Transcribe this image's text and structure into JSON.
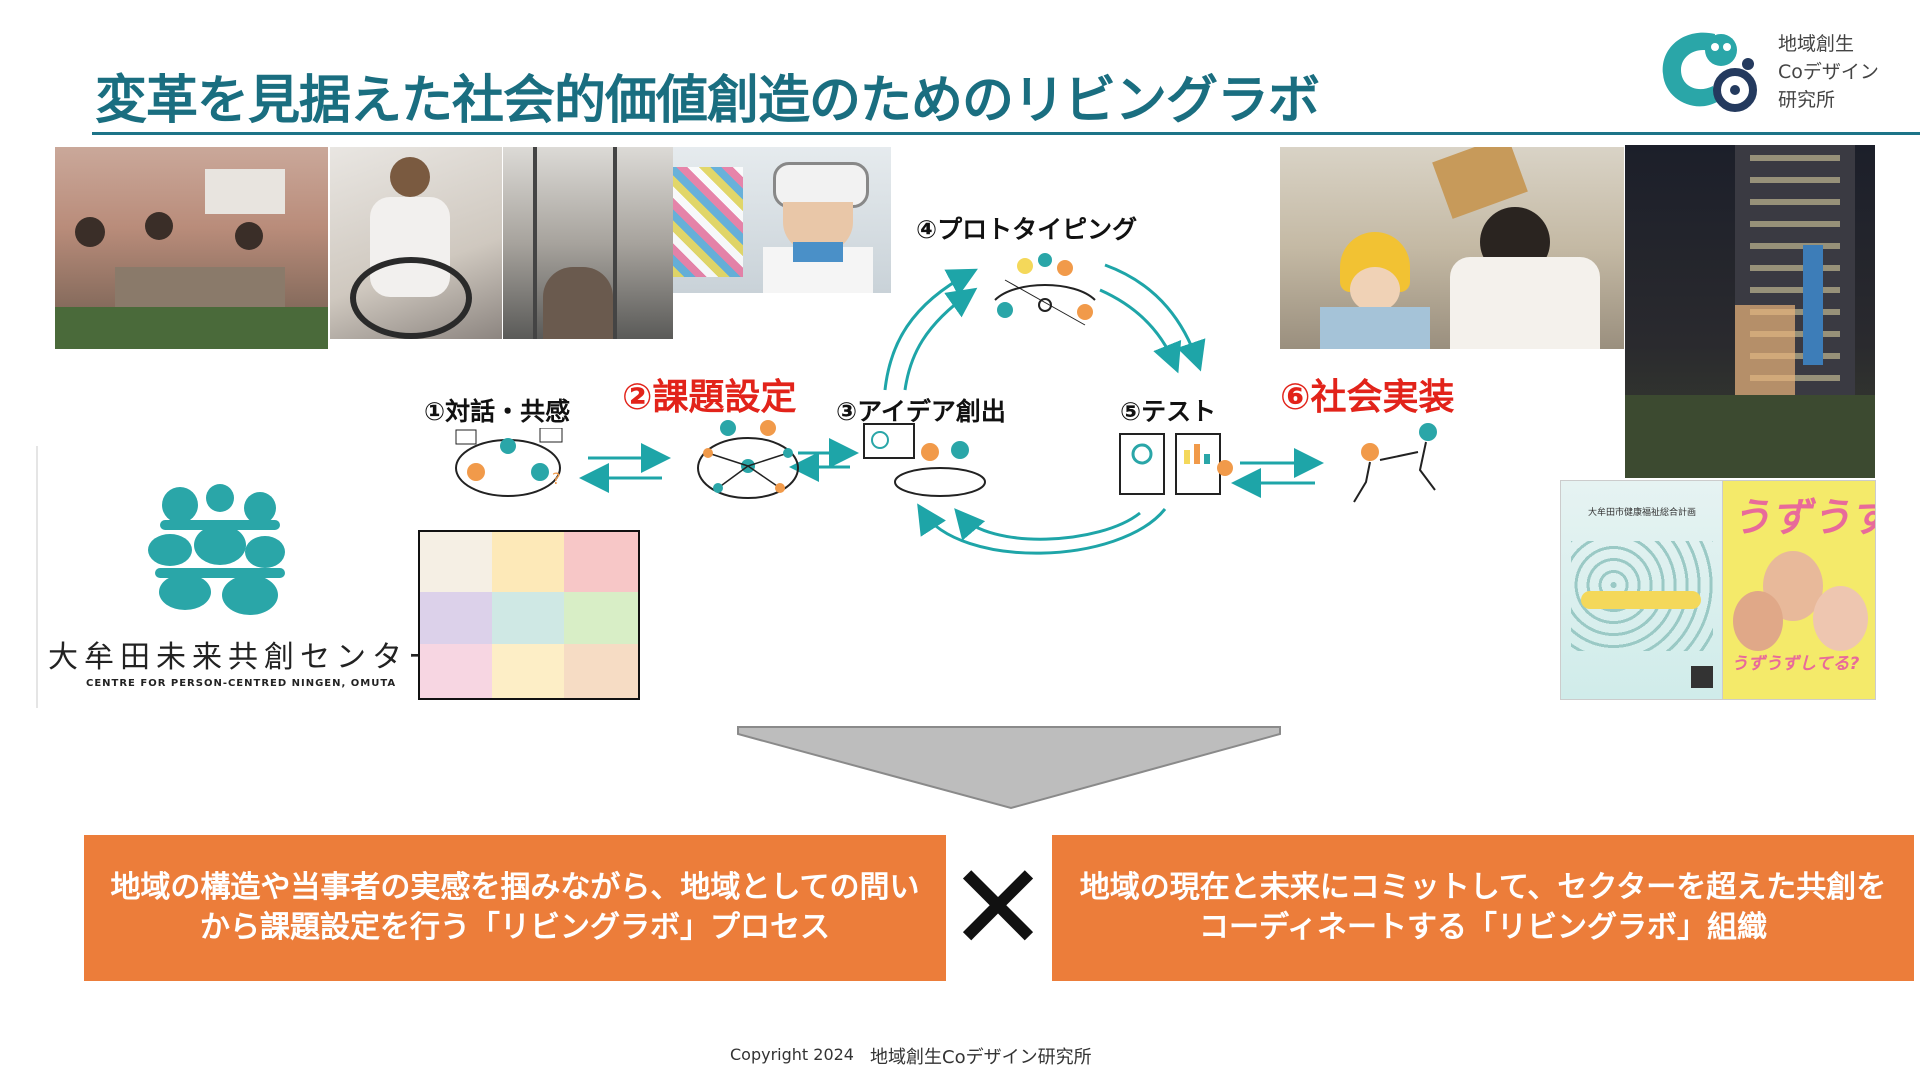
{
  "title": "変革を見据えた社会的価値創造のためのリビングラボ",
  "logo": {
    "line1": "地域創生",
    "line2": "Coデザイン",
    "line3": "研究所",
    "colors": {
      "teal": "#2aa6a8",
      "navy": "#243a5e"
    }
  },
  "steps": {
    "s1": "①対話・共感",
    "s2": "②課題設定",
    "s3": "③アイデア創出",
    "s4": "④プロトタイピング",
    "s5": "⑤テスト",
    "s6": "⑥社会実装"
  },
  "org": {
    "name_jp": "大牟田未来共創センター",
    "name_en": "CENTRE FOR PERSON-CENTRED NINGEN, OMUTA"
  },
  "brochure": {
    "title": "大牟田市健康福祉総合計画",
    "magazine_title": "うずうず",
    "magazine_caption": "うずうずしてる?"
  },
  "boxes": {
    "left": "地域の構造や当事者の実感を掴みながら、地域としての問いから課題設定を行う「リビングラボ」プロセス",
    "right": "地域の現在と未来にコミットして、セクターを超えた共創をコーディネートする「リビングラボ」組織",
    "cross": "✕"
  },
  "footer": {
    "copyright": "Copyright 2024",
    "org": "地域創生Coデザイン研究所"
  },
  "colors": {
    "title": "#1a6e80",
    "arrow": "#1ea5a8",
    "orange": "#ec7d3a",
    "red": "#e2231a"
  }
}
